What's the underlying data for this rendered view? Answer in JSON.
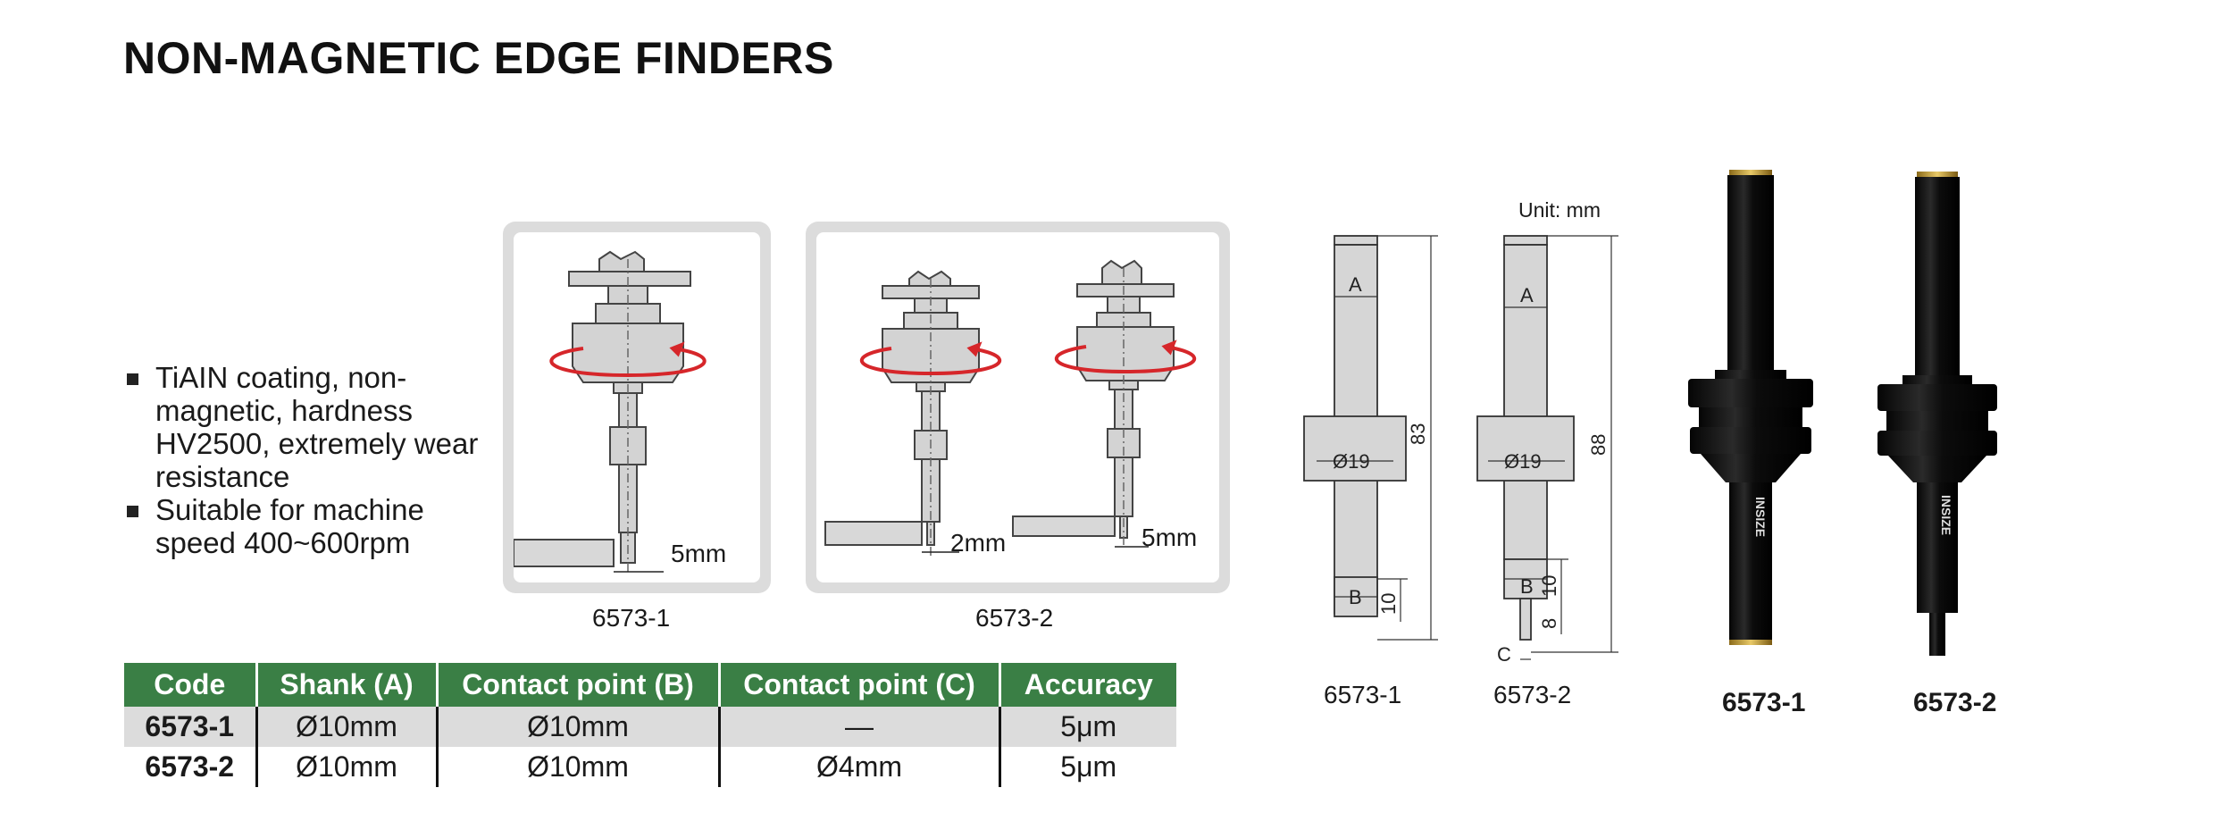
{
  "title": "NON-MAGNETIC EDGE FINDERS",
  "features": [
    "TiAIN coating, non-magnetic, hardness HV2500, extremely wear resistance",
    "Suitable for machine speed 400~600rpm"
  ],
  "illustrations": {
    "panel1_caption": "6573-1",
    "panel1_offset": "5mm",
    "panel2_caption": "6573-2",
    "panel2_offset_left": "2mm",
    "panel2_offset_right": "5mm"
  },
  "drawings": {
    "unit": "Unit: mm",
    "left": {
      "caption": "6573-1",
      "label_a": "A",
      "label_b": "B",
      "diameter": "Ø19",
      "length": "83",
      "b_len": "10"
    },
    "right": {
      "caption": "6573-2",
      "label_a": "A",
      "label_b": "B",
      "label_c": "C",
      "diameter": "Ø19",
      "length": "88",
      "b_len": "10",
      "c_len": "8"
    }
  },
  "photos": {
    "left_caption": "6573-1",
    "right_caption": "6573-2",
    "brand": "INSIZE"
  },
  "table": {
    "headers": [
      "Code",
      "Shank (A)",
      "Contact point (B)",
      "Contact point (C)",
      "Accuracy"
    ],
    "rows": [
      [
        "6573-1",
        "Ø10mm",
        "Ø10mm",
        "—",
        "5μm"
      ],
      [
        "6573-2",
        "Ø10mm",
        "Ø10mm",
        "Ø4mm",
        "5μm"
      ]
    ]
  },
  "colors": {
    "header_green": "#3a7f45",
    "spindle_red": "#d6262a",
    "brass": "#c9a441"
  }
}
